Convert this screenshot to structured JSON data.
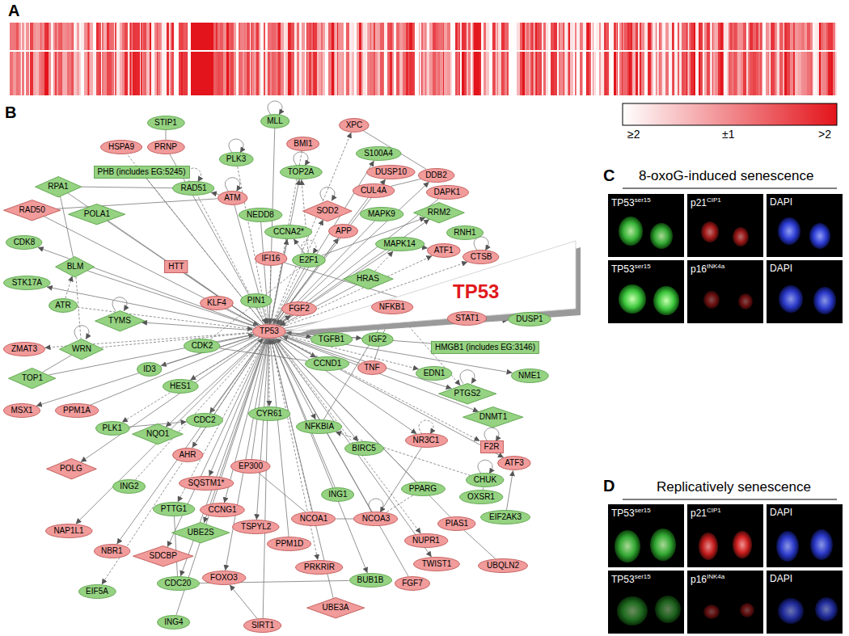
{
  "diagram": {
    "nodes": [
      {
        "text": [
          "STIP1"
        ]
      },
      {
        "text": [
          "MLL"
        ]
      },
      {
        "text": [
          "XPC"
        ]
      },
      {
        "text": [
          "BMI1"
        ]
      },
      {
        "text": [
          "HSPA9"
        ]
      },
      {
        "text": [
          "PRNP"
        ]
      },
      {
        "text": [
          "S100A4"
        ]
      },
      {
        "text": [
          "PLK3"
        ]
      },
      {
        "text": [
          "PHB (includes EG:5245)"
        ]
      },
      {
        "text": [
          "TOP2A"
        ]
      },
      {
        "text": [
          "DUSP10"
        ]
      },
      {
        "text": [
          "DDB2"
        ]
      },
      {
        "text": [
          "RPA1"
        ]
      },
      {
        "text": [
          "RAD51"
        ]
      },
      {
        "text": [
          "CUL4A"
        ]
      },
      {
        "text": [
          "DAPK1"
        ]
      },
      {
        "text": [
          "ATM"
        ]
      },
      {
        "text": [
          "RAD50"
        ]
      },
      {
        "text": [
          "SOD2"
        ]
      },
      {
        "text": [
          "NEDD8"
        ]
      },
      {
        "text": [
          "MAPK9"
        ]
      },
      {
        "text": [
          "POLA1"
        ]
      },
      {
        "text": [
          "RRM2"
        ]
      },
      {
        "text": [
          "CCNA2*"
        ]
      },
      {
        "text": [
          "APP"
        ]
      },
      {
        "text": [
          "RNH1"
        ]
      },
      {
        "text": [
          "CDK8"
        ]
      },
      {
        "text": [
          "MAPK14"
        ]
      },
      {
        "text": [
          "ATF1"
        ]
      },
      {
        "text": [
          "CTSB"
        ]
      },
      {
        "text": [
          "IFI16"
        ]
      },
      {
        "text": [
          "E2F1"
        ]
      },
      {
        "text": [
          "HTT"
        ]
      },
      {
        "text": [
          "BLM"
        ]
      },
      {
        "text": [
          "HRAS"
        ]
      },
      {
        "text": [
          "STK17A"
        ]
      },
      {
        "text": [
          "PIN1"
        ]
      },
      {
        "text": [
          "KLF4"
        ]
      },
      {
        "text": [
          "ATR"
        ]
      },
      {
        "text": [
          "FGF2"
        ]
      },
      {
        "text": [
          "NFKB1"
        ]
      },
      {
        "text": [
          "STAT1"
        ]
      },
      {
        "text": [
          "DUSP1"
        ]
      },
      {
        "text": [
          "TYMS"
        ]
      },
      {
        "text": [
          "TP53"
        ]
      },
      {
        "text": [
          "TGFB1"
        ]
      },
      {
        "text": [
          "IGF2"
        ]
      },
      {
        "text": [
          "CDK2"
        ]
      },
      {
        "text": [
          "WRN"
        ]
      },
      {
        "text": [
          "ZMAT3"
        ]
      },
      {
        "text": [
          "HMGB1 (includes EG:3146)"
        ]
      },
      {
        "text": [
          "CCND1"
        ]
      },
      {
        "text": [
          "TNF"
        ]
      },
      {
        "text": [
          "ID3"
        ]
      },
      {
        "text": [
          "NME1"
        ]
      },
      {
        "text": [
          "TOP1"
        ]
      },
      {
        "text": [
          "EDN1"
        ]
      },
      {
        "text": [
          "HES1"
        ]
      },
      {
        "text": [
          "PTGS2"
        ]
      },
      {
        "text": [
          "MSX1"
        ]
      },
      {
        "text": [
          "PPM1A"
        ]
      },
      {
        "text": [
          "CYR61"
        ]
      },
      {
        "text": [
          "DNMT1"
        ]
      },
      {
        "text": [
          "CDC2"
        ]
      },
      {
        "text": [
          "NFKBIA"
        ]
      },
      {
        "text": [
          "PLK1"
        ]
      },
      {
        "text": [
          "NQO1"
        ]
      },
      {
        "text": [
          "NR3C1"
        ]
      },
      {
        "text": [
          "BIRC5"
        ]
      },
      {
        "text": [
          "F2R"
        ]
      },
      {
        "text": [
          "AHR"
        ]
      },
      {
        "text": [
          "EP300"
        ]
      },
      {
        "text": [
          "ATF3"
        ]
      },
      {
        "text": [
          "POLG"
        ]
      },
      {
        "text": [
          "CHUK"
        ]
      },
      {
        "text": [
          "SQSTM1*"
        ]
      },
      {
        "text": [
          "ING2"
        ]
      },
      {
        "text": [
          "PPARG"
        ]
      },
      {
        "text": [
          "ING1"
        ]
      },
      {
        "text": [
          "OXSR1"
        ]
      },
      {
        "text": [
          "PTTG1"
        ]
      },
      {
        "text": [
          "CCNG1"
        ]
      },
      {
        "text": [
          "EIF2AK3"
        ]
      },
      {
        "text": [
          "NCOA1"
        ]
      },
      {
        "text": [
          "NCOA3"
        ]
      },
      {
        "text": [
          "TSPYL2"
        ]
      },
      {
        "text": [
          "PIAS1"
        ]
      },
      {
        "text": [
          "NAP1L1"
        ]
      },
      {
        "text": [
          "UBE2S"
        ]
      },
      {
        "text": [
          "NUPR1"
        ]
      },
      {
        "text": [
          "PPM1D"
        ]
      },
      {
        "text": [
          "NBR1"
        ]
      },
      {
        "text": [
          "SDCBP"
        ]
      },
      {
        "text": [
          "TWIST1"
        ]
      },
      {
        "text": [
          "UBQLN2"
        ]
      },
      {
        "text": [
          "PRKRIR"
        ]
      },
      {
        "text": [
          "FOXO3"
        ]
      },
      {
        "text": [
          "CDC20"
        ]
      },
      {
        "text": [
          "BUB1B"
        ]
      },
      {
        "text": [
          "FGF7"
        ]
      },
      {
        "text": [
          "EIF5A"
        ]
      },
      {
        "text": [
          "UBE3A"
        ]
      },
      {
        "text": [
          "ING4"
        ]
      },
      {
        "text": [
          "SIRT1"
        ]
      }
    ],
    "edges": [
      {
        "from": 16,
        "to": 44,
        "arrow": "to"
      },
      {
        "from": 38,
        "to": 44,
        "arrow": "to"
      },
      {
        "from": 47,
        "to": 44,
        "arrow": "to"
      },
      {
        "from": 71,
        "to": 44,
        "arrow": "to"
      },
      {
        "from": 103,
        "to": 44,
        "arrow": "to"
      },
      {
        "from": 36,
        "to": 44,
        "arrow": "to"
      },
      {
        "from": 27,
        "to": 44,
        "arrow": "to"
      },
      {
        "from": 20,
        "to": 44,
        "arrow": "to"
      },
      {
        "from": 15,
        "to": 44,
        "arrow": "to"
      },
      {
        "from": 7,
        "to": 44,
        "arrow": "to"
      },
      {
        "from": 34,
        "to": 44,
        "arrow": "to"
      },
      {
        "from": 50,
        "to": 44,
        "arrow": "to"
      },
      {
        "from": 1,
        "to": 44,
        "arrow": "to"
      },
      {
        "from": 3,
        "to": 44,
        "arrow": "to"
      },
      {
        "from": 101,
        "to": 44,
        "arrow": "to"
      },
      {
        "from": 86,
        "to": 44,
        "arrow": "to"
      },
      {
        "from": 90,
        "to": 44,
        "arrow": "to"
      },
      {
        "from": 76,
        "to": 44,
        "arrow": "to"
      },
      {
        "from": 78,
        "to": 44,
        "arrow": "to"
      },
      {
        "from": 102,
        "to": 44,
        "arrow": "to"
      },
      {
        "from": 37,
        "to": 44,
        "arrow": "to"
      },
      {
        "from": 30,
        "to": 44,
        "arrow": "to"
      },
      {
        "from": 99,
        "to": 44,
        "arrow": "to"
      },
      {
        "from": 31,
        "to": 44,
        "arrow": "to"
      },
      {
        "from": 52,
        "to": 44,
        "arrow": "to"
      },
      {
        "from": 44,
        "to": 2,
        "arrow": "to"
      },
      {
        "from": 44,
        "to": 11,
        "arrow": "to"
      },
      {
        "from": 44,
        "to": 9,
        "arrow": "to"
      },
      {
        "from": 44,
        "to": 10,
        "arrow": "to"
      },
      {
        "from": 44,
        "to": 18,
        "arrow": "to"
      },
      {
        "from": 44,
        "to": 22,
        "arrow": "to"
      },
      {
        "from": 44,
        "to": 23,
        "arrow": "to"
      },
      {
        "from": 44,
        "to": 24,
        "arrow": "to"
      },
      {
        "from": 44,
        "to": 29,
        "arrow": "to"
      },
      {
        "from": 44,
        "to": 39,
        "arrow": "to"
      },
      {
        "from": 44,
        "to": 40,
        "arrow": "to"
      },
      {
        "from": 44,
        "to": 41,
        "arrow": "to"
      },
      {
        "from": 44,
        "to": 42,
        "arrow": "to"
      },
      {
        "from": 44,
        "to": 43,
        "arrow": "to"
      },
      {
        "from": 44,
        "to": 45,
        "arrow": "to"
      },
      {
        "from": 44,
        "to": 46,
        "arrow": "to"
      },
      {
        "from": 44,
        "to": 49,
        "arrow": "to"
      },
      {
        "from": 44,
        "to": 51,
        "arrow": "to"
      },
      {
        "from": 44,
        "to": 53,
        "arrow": "to"
      },
      {
        "from": 44,
        "to": 54,
        "arrow": "to"
      },
      {
        "from": 44,
        "to": 56,
        "arrow": "to"
      },
      {
        "from": 44,
        "to": 57,
        "arrow": "to"
      },
      {
        "from": 44,
        "to": 58,
        "arrow": "to"
      },
      {
        "from": 44,
        "to": 59,
        "arrow": "to"
      },
      {
        "from": 44,
        "to": 61,
        "arrow": "to"
      },
      {
        "from": 44,
        "to": 62,
        "arrow": "to"
      },
      {
        "from": 44,
        "to": 63,
        "arrow": "to"
      },
      {
        "from": 44,
        "to": 64,
        "arrow": "to"
      },
      {
        "from": 44,
        "to": 65,
        "arrow": "to"
      },
      {
        "from": 44,
        "to": 66,
        "arrow": "to"
      },
      {
        "from": 44,
        "to": 67,
        "arrow": "to"
      },
      {
        "from": 44,
        "to": 68,
        "arrow": "to"
      },
      {
        "from": 44,
        "to": 69,
        "arrow": "to"
      },
      {
        "from": 44,
        "to": 70,
        "arrow": "to"
      },
      {
        "from": 44,
        "to": 72,
        "arrow": "to"
      },
      {
        "from": 44,
        "to": 75,
        "arrow": "to"
      },
      {
        "from": 44,
        "to": 80,
        "arrow": "to"
      },
      {
        "from": 44,
        "to": 81,
        "arrow": "to"
      },
      {
        "from": 44,
        "to": 85,
        "arrow": "to"
      },
      {
        "from": 44,
        "to": 88,
        "arrow": "to"
      },
      {
        "from": 44,
        "to": 89,
        "arrow": "to"
      },
      {
        "from": 44,
        "to": 91,
        "arrow": "to"
      },
      {
        "from": 44,
        "to": 92,
        "arrow": "to"
      },
      {
        "from": 44,
        "to": 93,
        "arrow": "to"
      },
      {
        "from": 44,
        "to": 95,
        "arrow": "to"
      },
      {
        "from": 44,
        "to": 96,
        "arrow": "to"
      },
      {
        "from": 44,
        "to": 97,
        "arrow": "to"
      },
      {
        "from": 44,
        "to": 98,
        "arrow": "to"
      },
      {
        "from": 44,
        "to": 100,
        "arrow": "to"
      },
      {
        "from": 44,
        "to": 6,
        "arrow": "to"
      },
      {
        "from": 44,
        "to": 35,
        "arrow": "to"
      },
      {
        "from": 44,
        "to": 26,
        "arrow": "to"
      },
      {
        "from": 44,
        "to": 28,
        "arrow": "to"
      },
      {
        "from": 44,
        "to": 87,
        "arrow": "to"
      },
      {
        "from": 44,
        "to": 73,
        "arrow": "to"
      },
      {
        "from": 44,
        "to": 12,
        "arrow": "none"
      },
      {
        "from": 44,
        "to": 13,
        "arrow": "none"
      },
      {
        "from": 44,
        "to": 17,
        "arrow": "none"
      },
      {
        "from": 44,
        "to": 21,
        "arrow": "none"
      },
      {
        "from": 44,
        "to": 33,
        "arrow": "none"
      },
      {
        "from": 44,
        "to": 48,
        "arrow": "none"
      },
      {
        "from": 44,
        "to": 55,
        "arrow": "none"
      },
      {
        "from": 44,
        "to": 19,
        "arrow": "none"
      },
      {
        "from": 44,
        "to": 14,
        "arrow": "none"
      },
      {
        "from": 44,
        "to": 4,
        "arrow": "none"
      },
      {
        "from": 44,
        "to": 8,
        "arrow": "none"
      },
      {
        "from": 44,
        "to": 60,
        "arrow": "none"
      },
      {
        "from": 44,
        "to": 77,
        "arrow": "none"
      },
      {
        "from": 44,
        "to": 83,
        "arrow": "none"
      },
      {
        "from": 44,
        "to": 84,
        "arrow": "none"
      },
      {
        "from": 44,
        "to": 32,
        "arrow": "none"
      },
      {
        "from": 44,
        "to": 5,
        "arrow": "none"
      },
      {
        "from": 33,
        "to": 48,
        "arrow": "none"
      },
      {
        "from": 33,
        "to": 12,
        "arrow": "none"
      },
      {
        "from": 12,
        "to": 13,
        "arrow": "none"
      },
      {
        "from": 48,
        "to": 55,
        "arrow": "none"
      },
      {
        "from": 38,
        "to": 33,
        "arrow": "to"
      },
      {
        "from": 16,
        "to": 17,
        "arrow": "none"
      },
      {
        "from": 16,
        "to": 13,
        "arrow": "to"
      },
      {
        "from": 31,
        "to": 23,
        "arrow": "to"
      },
      {
        "from": 31,
        "to": 9,
        "arrow": "to"
      },
      {
        "from": 31,
        "to": 22,
        "arrow": "to"
      },
      {
        "from": 47,
        "to": 51,
        "arrow": "none"
      },
      {
        "from": 64,
        "to": 40,
        "arrow": "none"
      },
      {
        "from": 74,
        "to": 64,
        "arrow": "to"
      },
      {
        "from": 52,
        "to": 40,
        "arrow": "to"
      },
      {
        "from": 71,
        "to": 83,
        "arrow": "none"
      },
      {
        "from": 84,
        "to": 83,
        "arrow": "none"
      },
      {
        "from": 77,
        "to": 84,
        "arrow": "none"
      },
      {
        "from": 67,
        "to": 84,
        "arrow": "none"
      },
      {
        "from": 103,
        "to": 96,
        "arrow": "to"
      },
      {
        "from": 27,
        "to": 28,
        "arrow": "to"
      },
      {
        "from": 34,
        "to": 27,
        "arrow": "to"
      },
      {
        "from": 97,
        "to": 98,
        "arrow": "none"
      },
      {
        "from": 80,
        "to": 97,
        "arrow": "none"
      },
      {
        "from": 82,
        "to": 72,
        "arrow": "to"
      },
      {
        "from": 79,
        "to": 74,
        "arrow": "none"
      },
      {
        "from": 94,
        "to": 86,
        "arrow": "none"
      },
      {
        "from": 0,
        "to": 5,
        "arrow": "none"
      },
      {
        "from": 65,
        "to": 63,
        "arrow": "to"
      },
      {
        "from": 31,
        "to": 47,
        "arrow": "none"
      },
      {
        "from": 41,
        "to": 30,
        "arrow": "none"
      },
      {
        "from": 14,
        "to": 11,
        "arrow": "none"
      },
      {
        "from": 2,
        "to": 11,
        "arrow": "none"
      },
      {
        "from": 40,
        "to": 58,
        "arrow": "to"
      },
      {
        "from": 1,
        "to": 1,
        "arrow": "to"
      },
      {
        "from": 7,
        "to": 7,
        "arrow": "to"
      },
      {
        "from": 9,
        "to": 9,
        "arrow": "to"
      },
      {
        "from": 13,
        "to": 13,
        "arrow": "to"
      },
      {
        "from": 16,
        "to": 16,
        "arrow": "to"
      },
      {
        "from": 18,
        "to": 18,
        "arrow": "to"
      },
      {
        "from": 29,
        "to": 29,
        "arrow": "to"
      },
      {
        "from": 31,
        "to": 31,
        "arrow": "to"
      },
      {
        "from": 43,
        "to": 43,
        "arrow": "to"
      },
      {
        "from": 48,
        "to": 48,
        "arrow": "to"
      },
      {
        "from": 58,
        "to": 58,
        "arrow": "to"
      },
      {
        "from": 67,
        "to": 67,
        "arrow": "to"
      },
      {
        "from": 69,
        "to": 69,
        "arrow": "to"
      },
      {
        "from": 74,
        "to": 74,
        "arrow": "to"
      },
      {
        "from": 84,
        "to": 84,
        "arrow": "to"
      }
    ],
    "labels": [
      "A",
      "B",
      "C",
      "D",
      "≥2",
      "±1",
      ">2",
      "TP53",
      "8-oxoG-induced senescence",
      "TP53",
      "ser15",
      "p21",
      "CIP1",
      "DAPI",
      "TP53",
      "ser15",
      "p16",
      "INK4a",
      "DAPI",
      "Replicatively senescence",
      "TP53",
      "ser15",
      "p21",
      "CIP1",
      "DAPI",
      "TP53",
      "ser15",
      "p16",
      "INK4a",
      "DAPI"
    ]
  }
}
